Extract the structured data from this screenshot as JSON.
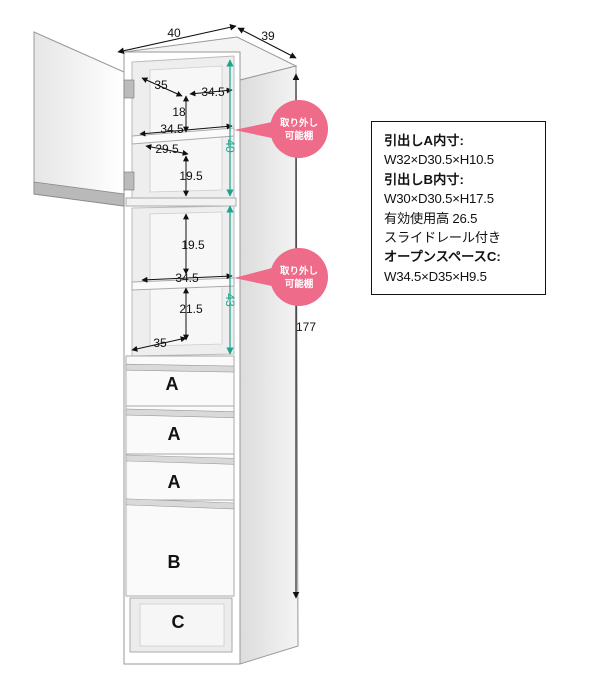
{
  "dimensions": {
    "width": "40",
    "depth": "39",
    "height": "177",
    "upper_compartment_height": "40",
    "middle_compartment_height": "43",
    "upper_inner_depth": "35",
    "upper_inner_width": "34.5",
    "upper_shelf_gap": "18",
    "upper_mid_width": "34.5",
    "upper_shelf_depth": "29.5",
    "upper_lower_gap": "19.5",
    "middle_upper_gap": "19.5",
    "middle_width": "34.5",
    "middle_lower_gap": "21.5",
    "middle_depth": "35"
  },
  "drawer_labels": [
    "A",
    "A",
    "A",
    "B",
    "C"
  ],
  "badges": [
    {
      "line1": "取り外し",
      "line2": "可能棚"
    },
    {
      "line1": "取り外し",
      "line2": "可能棚"
    }
  ],
  "spec": {
    "drawer_a_heading": "引出しA内寸:",
    "drawer_a_size": "W32×D30.5×H10.5",
    "drawer_b_heading": "引出しB内寸:",
    "drawer_b_size": "W30×D30.5×H17.5",
    "drawer_b_usable": "有効使用高 26.5",
    "drawer_b_rail": "スライドレール付き",
    "open_space_heading": "オープンスペースC:",
    "open_space_size": "W34.5×D35×H9.5"
  },
  "colors": {
    "accent_teal": "#1aa58f",
    "badge_pink": "#ee6b8a"
  }
}
